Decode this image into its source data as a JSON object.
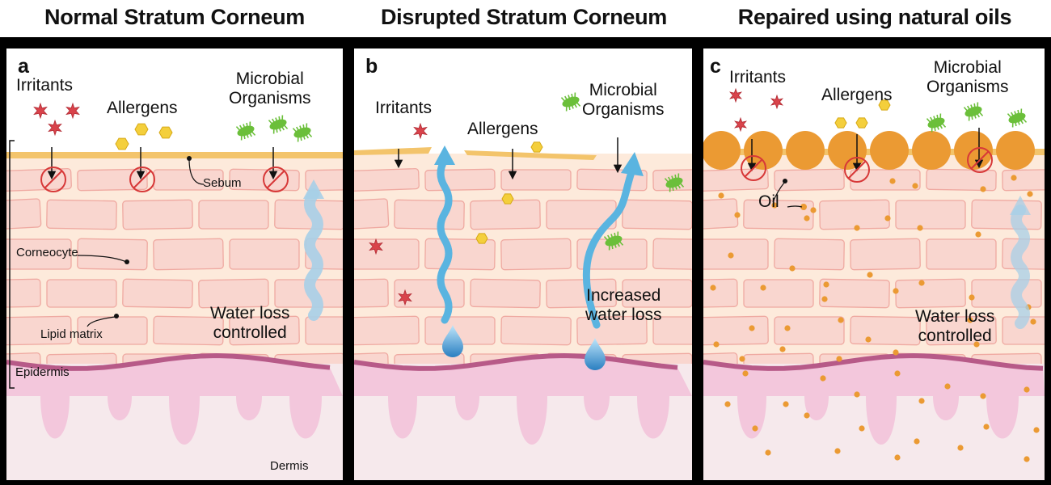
{
  "titles": {
    "a": "Normal Stratum Corneum",
    "b": "Disrupted Stratum Corneum",
    "c": "Repaired using natural oils"
  },
  "panel_a": {
    "letter": "a",
    "irritants": "Irritants",
    "allergens": "Allergens",
    "microbial": "Microbial\nOrganisms",
    "sebum": "Sebum",
    "corneocyte": "Corneocyte",
    "lipid_matrix": "Lipid matrix",
    "water_loss": "Water loss\ncontrolled",
    "epidermis": "Epidermis",
    "dermis": "Dermis"
  },
  "panel_b": {
    "letter": "b",
    "irritants": "Irritants",
    "allergens": "Allergens",
    "microbial": "Microbial\nOrganisms",
    "water_loss": "Increased\nwater loss"
  },
  "panel_c": {
    "letter": "c",
    "irritants": "Irritants",
    "allergens": "Allergens",
    "microbial": "Microbial\nOrganisms",
    "oil": "Oil",
    "water_loss": "Water loss\ncontrolled"
  },
  "colors": {
    "skin_top": "#fdeadb",
    "corneocyte_fill": "#f9d6cf",
    "corneocyte_stroke": "#efa9a1",
    "basal_line": "#b75a88",
    "dermis": "#f3c7dc",
    "dermis_bg": "#f6e9ec",
    "sebum": "#f3c46b",
    "oil": "#eb9a33",
    "water_arrow_strong": "#5ab4e0",
    "water_arrow_faint": "#a7cfe7",
    "irritant": "#d9434b",
    "allergen": "#f4cf3c",
    "microbe": "#6bbf3a",
    "block": "#d73838"
  }
}
